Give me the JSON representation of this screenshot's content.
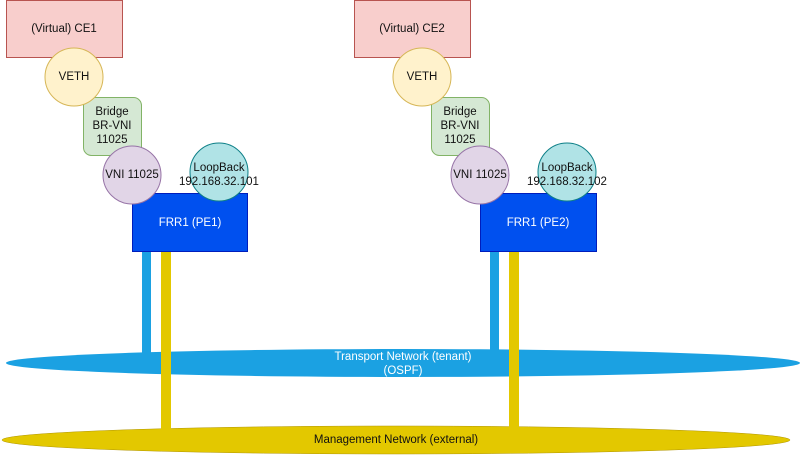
{
  "diagram": {
    "sites": [
      {
        "ce": {
          "label": "(Virtual) CE1",
          "fill": "#f8cecc",
          "stroke": "#b85450"
        },
        "veth": {
          "label": "VETH",
          "fill": "#fff2cc",
          "stroke": "#d6b656"
        },
        "bridge": {
          "lines": [
            "Bridge",
            "BR-VNI",
            "11025"
          ],
          "fill": "#d5e8d4",
          "stroke": "#82b366"
        },
        "vni": {
          "label": "VNI 11025",
          "fill": "#e1d5e7",
          "stroke": "#9673a6"
        },
        "loopback": {
          "lines": [
            "LoopBack",
            "192.168.32.101"
          ],
          "fill": "#b0e3e6",
          "stroke": "#0e8088"
        },
        "router": {
          "label": "FRR1 (PE1)",
          "fill": "#0050ef",
          "stroke": "#001dbc"
        }
      },
      {
        "ce": {
          "label": "(Virtual) CE2",
          "fill": "#f8cecc",
          "stroke": "#b85450"
        },
        "veth": {
          "label": "VETH",
          "fill": "#fff2cc",
          "stroke": "#d6b656"
        },
        "bridge": {
          "lines": [
            "Bridge",
            "BR-VNI",
            "11025"
          ],
          "fill": "#d5e8d4",
          "stroke": "#82b366"
        },
        "vni": {
          "label": "VNI 11025",
          "fill": "#e1d5e7",
          "stroke": "#9673a6"
        },
        "loopback": {
          "lines": [
            "LoopBack",
            "192.168.32.102"
          ],
          "fill": "#b0e3e6",
          "stroke": "#0e8088"
        },
        "router": {
          "label": "FRR1 (PE2)",
          "fill": "#0050ef",
          "stroke": "#001dbc"
        }
      }
    ],
    "networks": {
      "transport": {
        "lines": [
          "Transport Network (tenant)",
          "(OSPF)"
        ],
        "fill": "#1ba1e2",
        "stroke": "#006eaf"
      },
      "management": {
        "label": "Management Network (external)",
        "fill": "#e3c800",
        "stroke": "#b09500"
      }
    }
  }
}
